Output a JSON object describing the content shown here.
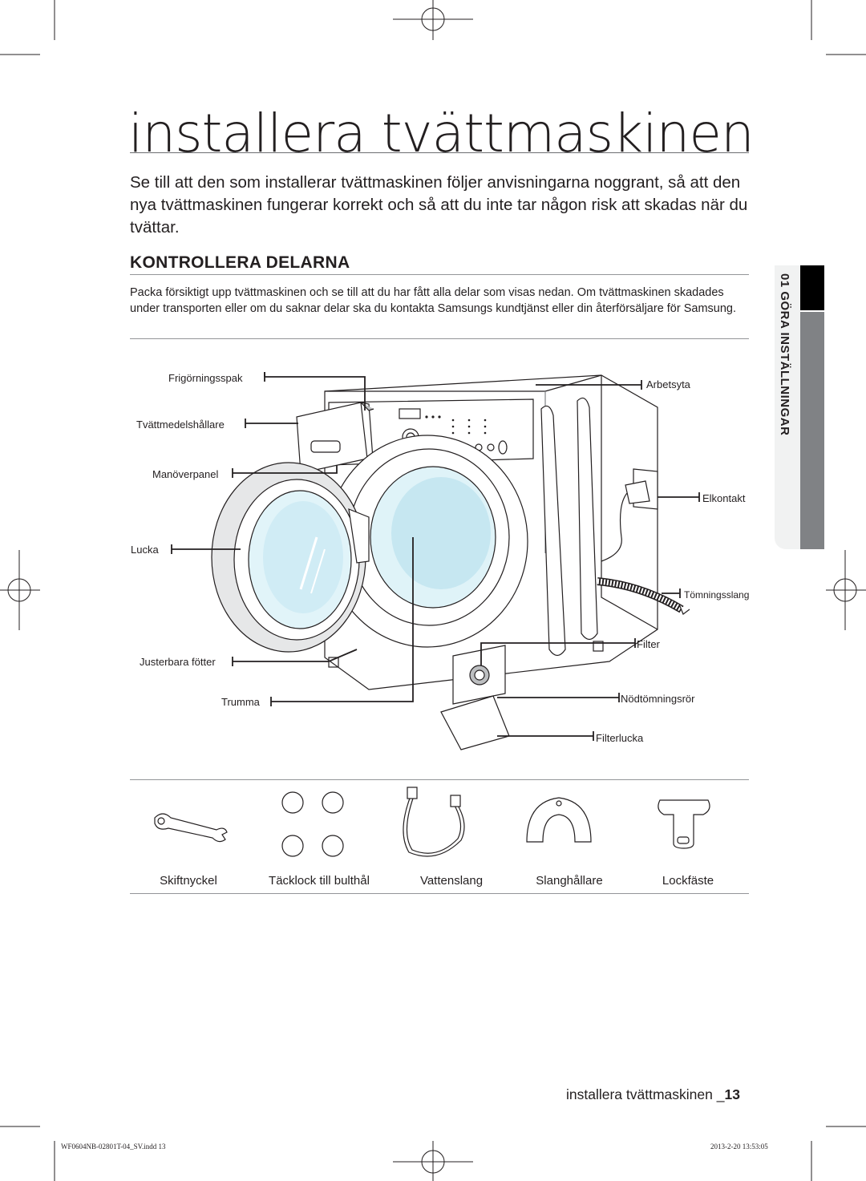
{
  "page": {
    "title": "installera tvättmaskinen",
    "intro": "Se till att den som installerar tvättmaskinen följer anvisningarna noggrant, så att den nya tvättmaskinen fungerar korrekt och så att du inte tar någon risk att skadas när du tvättar.",
    "section_heading": "KONTROLLERA DELARNA",
    "section_text": "Packa försiktigt upp tvättmaskinen och se till att du har fått alla delar som visas nedan. Om tvättmaskinen skadades under transporten eller om du saknar delar ska du kontakta Samsungs kundtjänst eller din återförsäljare för Samsung.",
    "side_tab": "01 GÖRA INSTÄLLNINGAR"
  },
  "diagram_labels": {
    "release_lever": "Frigörningsspak",
    "detergent_drawer": "Tvättmedelshållare",
    "control_panel": "Manöverpanel",
    "door": "Lucka",
    "adjustable_feet": "Justerbara fötter",
    "drum": "Trumma",
    "worktop": "Arbetsyta",
    "power_plug": "Elkontakt",
    "drain_hose": "Tömningsslang",
    "filter": "Filter",
    "emergency_drain_tube": "Nödtömningsrör",
    "filter_cover": "Filterlucka"
  },
  "accessories": [
    {
      "label": "Skiftnyckel",
      "icon": "spanner-icon"
    },
    {
      "label": "Täcklock till bulthål",
      "icon": "bolt-hole-caps-icon"
    },
    {
      "label": "Vattenslang",
      "icon": "water-hose-icon"
    },
    {
      "label": "Slanghållare",
      "icon": "hose-guide-icon"
    },
    {
      "label": "Lockfäste",
      "icon": "lid-holder-icon"
    }
  ],
  "footer": {
    "page_title": "installera tvättmaskinen _",
    "page_number": "13",
    "print_file": "WF0604NB-02801T-04_SV.indd   13",
    "print_date": "2013-2-20   13:53:05"
  }
}
